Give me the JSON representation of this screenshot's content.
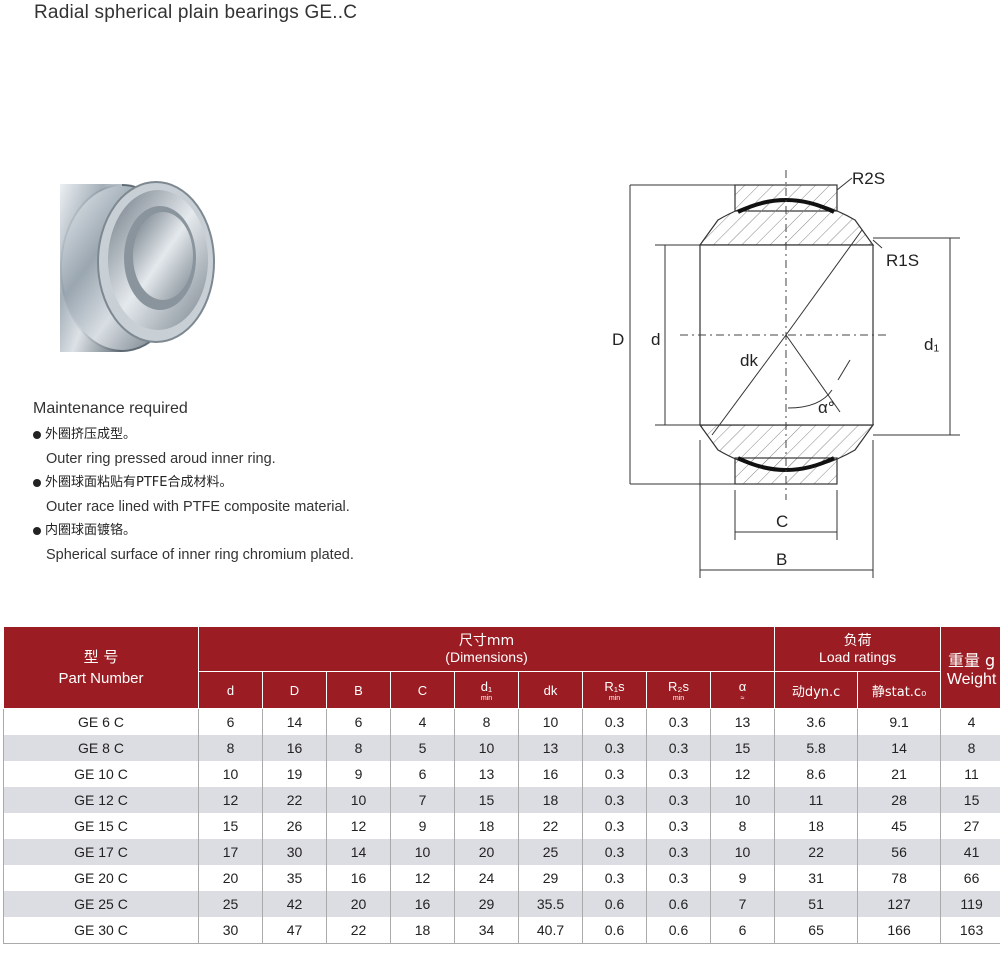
{
  "title": "Radial spherical plain bearings GE..C",
  "notes": {
    "heading": "Maintenance required",
    "items": [
      {
        "cn": "外圈挤压成型。",
        "en": "Outer ring pressed aroud inner ring."
      },
      {
        "cn": "外圈球面粘贴有PTFE合成材料。",
        "en": "Outer race lined with PTFE composite material."
      },
      {
        "cn": "内圈球面镀铬。",
        "en": "Spherical surface of inner ring chromium plated."
      }
    ]
  },
  "diagram_labels": {
    "R2S": "R2S",
    "R1S": "R1S",
    "D": "D",
    "d": "d",
    "dk": "dk",
    "d1": "d₁",
    "alpha": "α°",
    "C": "C",
    "B": "B"
  },
  "table": {
    "header": {
      "part_cn": "型  号",
      "part_en": "Part Number",
      "dims_cn": "尺寸mm",
      "dims_en": "(Dimensions)",
      "load_cn": "负荷",
      "load_en": "Load ratings",
      "weight_cn": "重量 g",
      "weight_en": "Weight",
      "cols": [
        {
          "main": "d",
          "sub": ""
        },
        {
          "main": "D",
          "sub": ""
        },
        {
          "main": "B",
          "sub": ""
        },
        {
          "main": "C",
          "sub": ""
        },
        {
          "main": "d₁",
          "sub": "min"
        },
        {
          "main": "dk",
          "sub": ""
        },
        {
          "main": "R₁s",
          "sub": "min"
        },
        {
          "main": "R₂s",
          "sub": "min"
        },
        {
          "main": "α",
          "sub": "≈"
        },
        {
          "main": "动dyn.c",
          "sub": ""
        },
        {
          "main": "静stat.c₀",
          "sub": ""
        }
      ]
    },
    "rows": [
      [
        "GE 6 C",
        "6",
        "14",
        "6",
        "4",
        "8",
        "10",
        "0.3",
        "0.3",
        "13",
        "3.6",
        "9.1",
        "4"
      ],
      [
        "GE 8 C",
        "8",
        "16",
        "8",
        "5",
        "10",
        "13",
        "0.3",
        "0.3",
        "15",
        "5.8",
        "14",
        "8"
      ],
      [
        "GE 10 C",
        "10",
        "19",
        "9",
        "6",
        "13",
        "16",
        "0.3",
        "0.3",
        "12",
        "8.6",
        "21",
        "11"
      ],
      [
        "GE 12 C",
        "12",
        "22",
        "10",
        "7",
        "15",
        "18",
        "0.3",
        "0.3",
        "10",
        "11",
        "28",
        "15"
      ],
      [
        "GE 15 C",
        "15",
        "26",
        "12",
        "9",
        "18",
        "22",
        "0.3",
        "0.3",
        "8",
        "18",
        "45",
        "27"
      ],
      [
        "GE 17 C",
        "17",
        "30",
        "14",
        "10",
        "20",
        "25",
        "0.3",
        "0.3",
        "10",
        "22",
        "56",
        "41"
      ],
      [
        "GE 20 C",
        "20",
        "35",
        "16",
        "12",
        "24",
        "29",
        "0.3",
        "0.3",
        "9",
        "31",
        "78",
        "66"
      ],
      [
        "GE 25 C",
        "25",
        "42",
        "20",
        "16",
        "29",
        "35.5",
        "0.6",
        "0.6",
        "7",
        "51",
        "127",
        "119"
      ],
      [
        "GE 30 C",
        "30",
        "47",
        "22",
        "18",
        "34",
        "40.7",
        "0.6",
        "0.6",
        "6",
        "65",
        "166",
        "163"
      ]
    ]
  }
}
